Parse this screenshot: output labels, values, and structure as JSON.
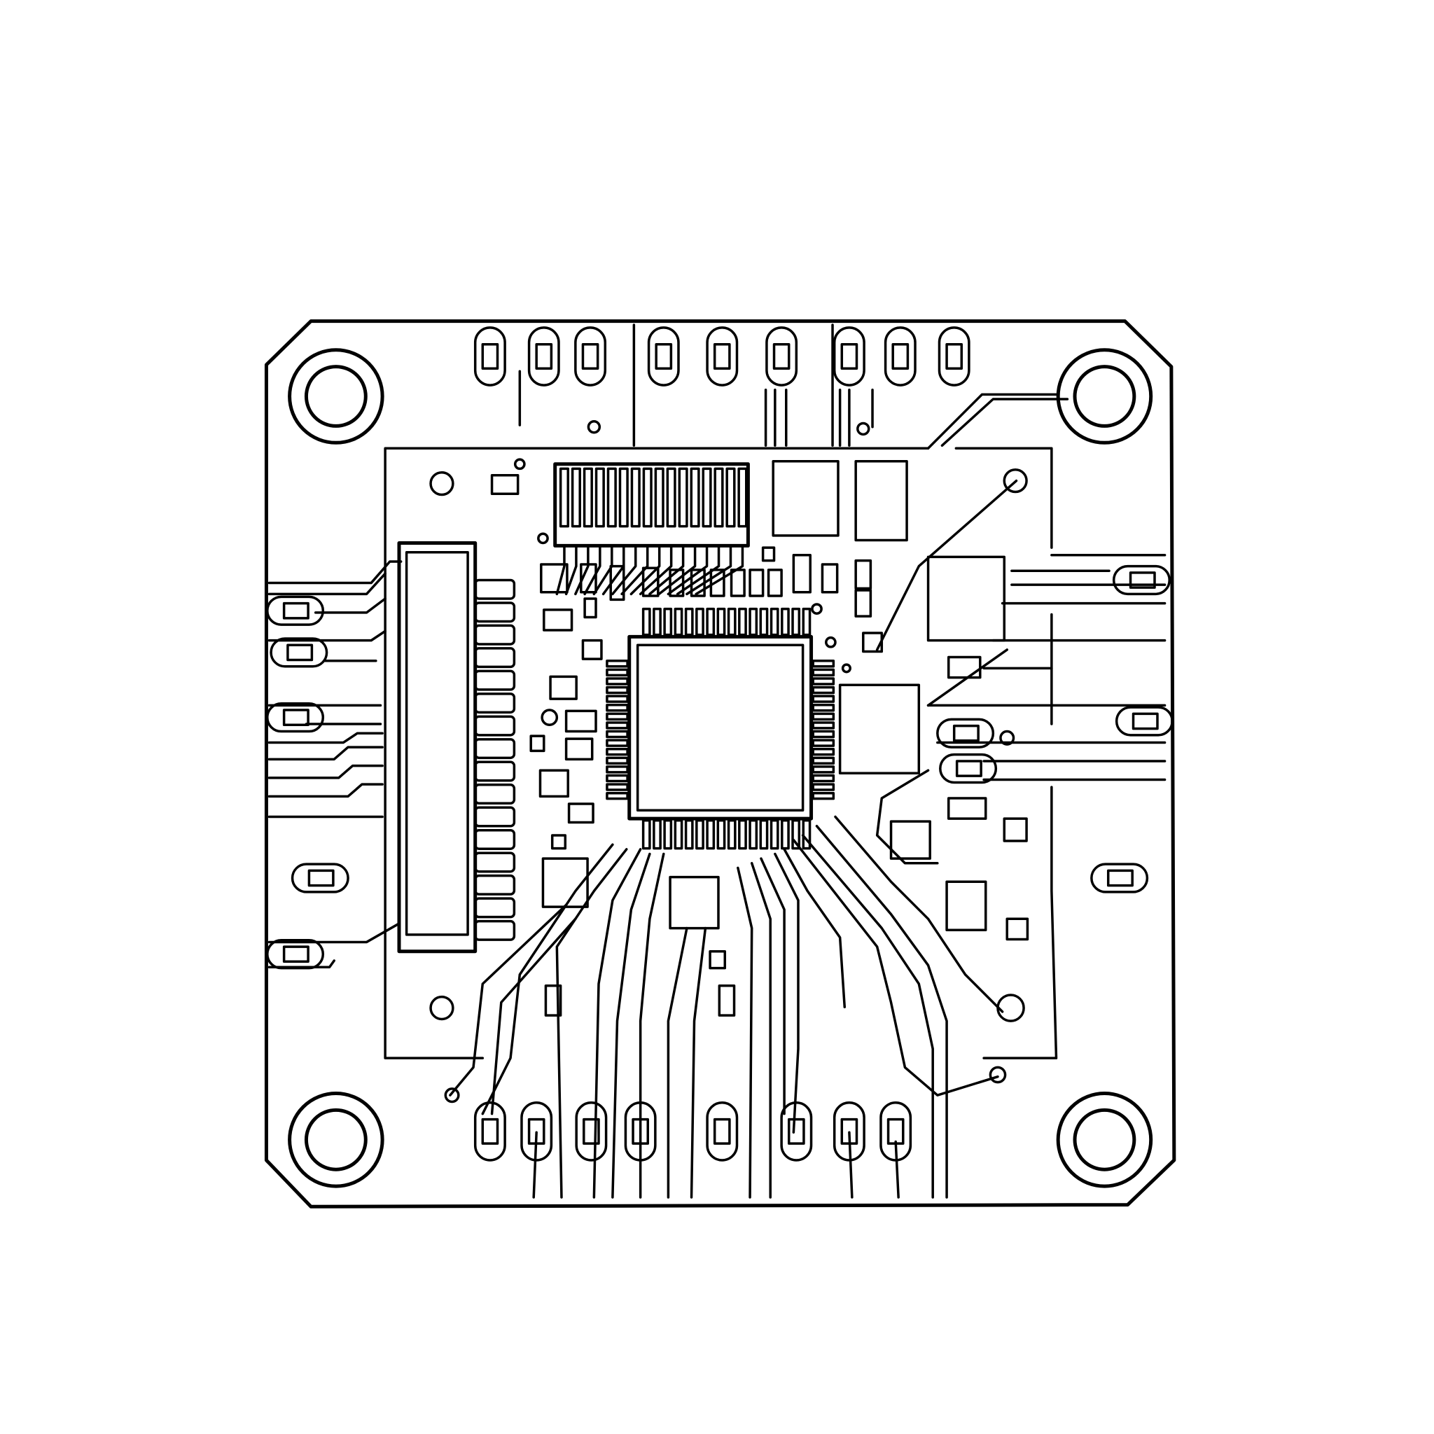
{
  "figure": {
    "subject": "pcb-line-drawing",
    "colors": {
      "line": "#000000",
      "background": "#ffffff"
    },
    "components": {
      "mounting_holes": 4,
      "main_chip_pins_per_side": 16,
      "left_connector_pins": 16,
      "top_header_pins": 16
    }
  }
}
